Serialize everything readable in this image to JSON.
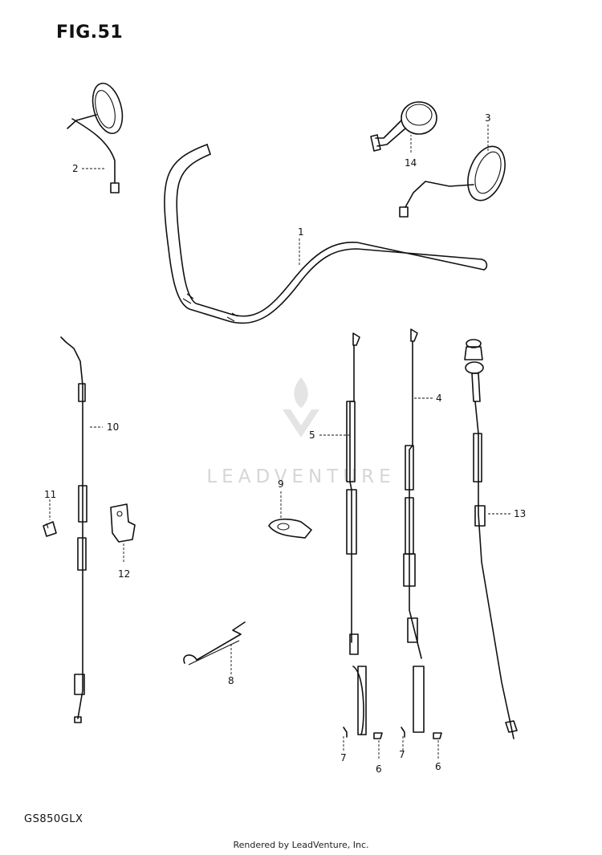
{
  "figure": {
    "title": "FIG.51",
    "model": "GS850GLX"
  },
  "watermark": {
    "text": "LEADVENTURE"
  },
  "footer": {
    "text": "Rendered by LeadVenture, Inc."
  },
  "callouts": {
    "c1": "1",
    "c2": "2",
    "c3": "3",
    "c4": "4",
    "c5": "5",
    "c6a": "6",
    "c6b": "6",
    "c7a": "7",
    "c7b": "7",
    "c8": "8",
    "c9": "9",
    "c10": "10",
    "c11": "11",
    "c12": "12",
    "c13": "13",
    "c14": "14"
  }
}
